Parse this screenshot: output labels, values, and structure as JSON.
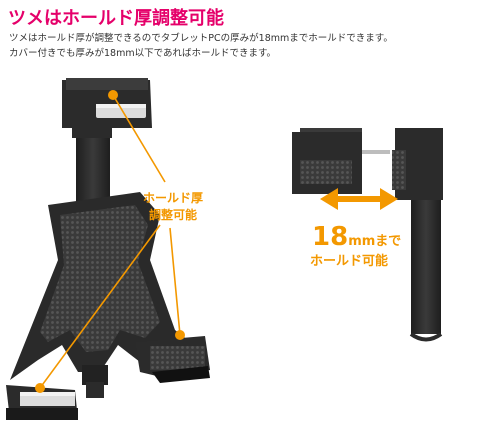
{
  "header": {
    "title": "ツメはホールド厚調整可能",
    "line1": "ツメはホールド厚が調整できるのでタブレットPCの厚みが18mmまでホールドできます。",
    "line2": "カバー付きでも厚みが18mm以下であればホールドできます。"
  },
  "callout": {
    "line1": "ホールド厚",
    "line2": "調整可能"
  },
  "measurement": {
    "value": "18",
    "unit": "mmまで",
    "line2": "ホールド可能"
  },
  "colors": {
    "title": "#e5006a",
    "accent": "#f39800",
    "device": "#2b2b2b"
  }
}
